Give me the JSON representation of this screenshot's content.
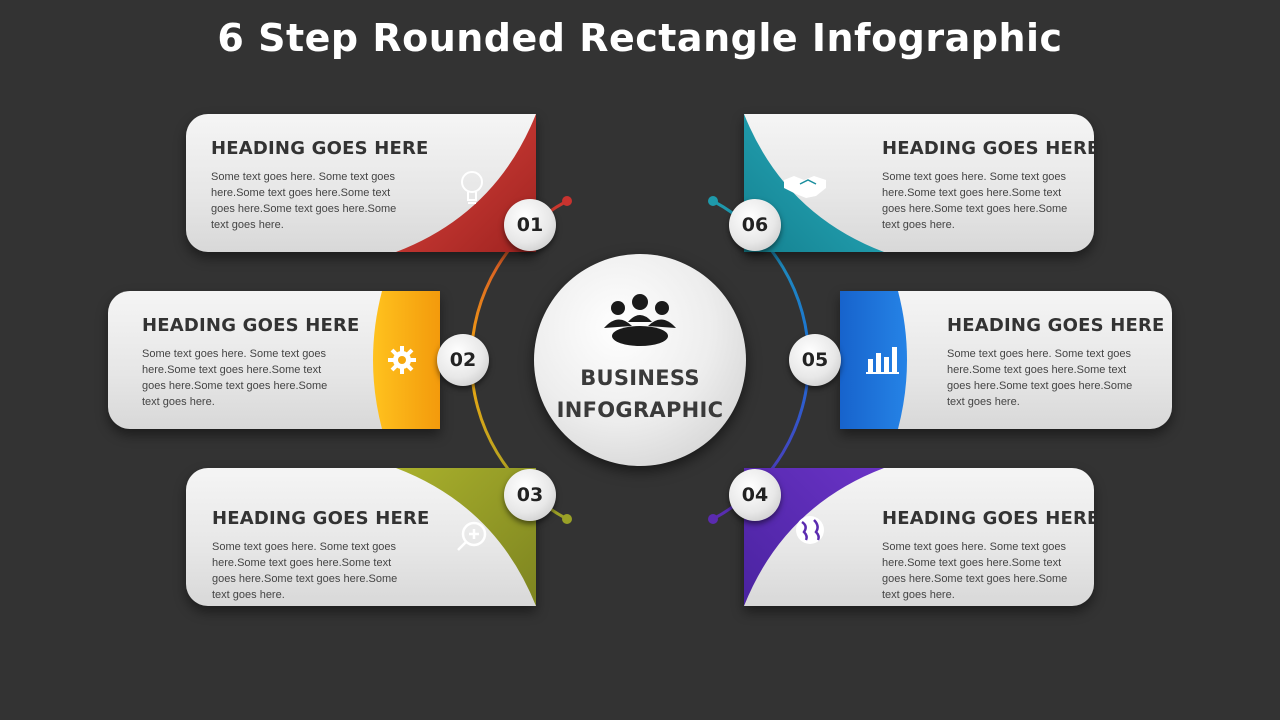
{
  "title": "6 Step Rounded Rectangle Infographic",
  "center": {
    "line1": "BUSINESS",
    "line2": "INFOGRAPHIC",
    "icon": "team-meeting-icon"
  },
  "steps": [
    {
      "number": "01",
      "heading": "HEADING GOES HERE",
      "body": "Some text goes here. Some text goes here.Some text goes here.Some text goes here.Some text goes here.Some text goes here.",
      "icon": "lightbulb-icon",
      "color": "#c8332f"
    },
    {
      "number": "02",
      "heading": "HEADING GOES HERE",
      "body": "Some text goes here. Some text goes here.Some text goes here.Some text goes here.Some text goes here.Some text goes here.",
      "icon": "gear-icon",
      "color": "#f5a811"
    },
    {
      "number": "03",
      "heading": "HEADING GOES HERE",
      "body": "Some text goes here. Some text goes here.Some text goes here.Some text goes here.Some text goes here.Some text goes here.",
      "icon": "search-plus-icon",
      "color": "#9aa127"
    },
    {
      "number": "04",
      "heading": "HEADING GOES HERE",
      "body": "Some text goes here. Some text goes here.Some text goes here.Some text goes here.Some text goes here.Some text goes here.",
      "icon": "globe-icon",
      "color": "#5b2bb0"
    },
    {
      "number": "05",
      "heading": "HEADING GOES HERE",
      "body": "Some text goes here. Some text goes here.Some text goes here.Some text goes here.Some text goes here.Some text goes here.",
      "icon": "bar-chart-icon",
      "color": "#1d6fd8"
    },
    {
      "number": "06",
      "heading": "HEADING GOES HERE",
      "body": "Some text goes here. Some text goes here.Some text goes here.Some text goes here.Some text goes here.Some text goes here.",
      "icon": "handshake-icon",
      "color": "#1e9aab"
    }
  ]
}
